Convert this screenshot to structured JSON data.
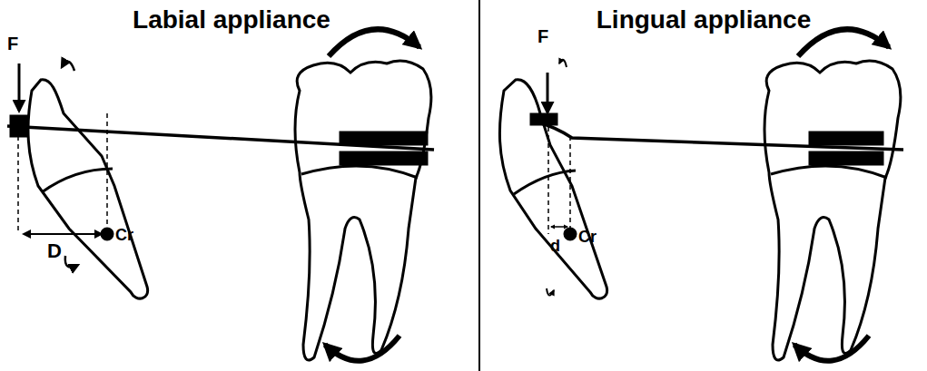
{
  "diagram": {
    "labels": [
      "Labial appliance",
      "F",
      "D",
      "Cr",
      "Lingual appliance",
      "F",
      "d",
      "Cr"
    ]
  }
}
